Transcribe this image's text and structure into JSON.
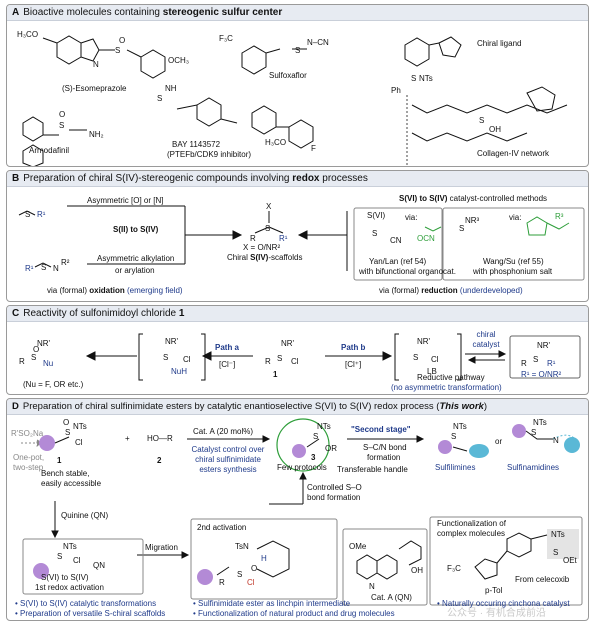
{
  "panelA": {
    "letter": "A",
    "title": "Bioactive molecules containing ",
    "title_bold": "stereogenic sulfur center",
    "esomeprazole": "(S)-Esomeprazole",
    "sulfoxaflor": "Sulfoxaflor",
    "chiral_ligand": "Chiral ligand",
    "armodafinil": "Armodafinil",
    "bay_name": "BAY 1143572",
    "bay_desc": "(PTEFb/CDK9 inhibitor)",
    "collagen": "Collagen-IV network"
  },
  "panelB": {
    "letter": "B",
    "title": "Preparation of chiral S(IV)-stereogenic compounds involving ",
    "title_bold": "redox",
    "title_end": " processes",
    "asym_o_n": "Asymmetric [O] or [N]",
    "s2_to_s4": "S(II) to S(IV)",
    "asym_alk": "Asymmetric alkylation",
    "or_aryl": "or arylation",
    "oxidation_pre": "via (formal) ",
    "oxidation": "oxidation",
    "emerging": " (emerging field)",
    "chiral_scaffolds_pre": "Chiral ",
    "chiral_scaffolds": "S(IV)",
    "chiral_scaffolds_end": "-scaffolds",
    "x_def": "X = O/NR²",
    "s6_to_s4": "S(VI) to S(IV)",
    "cat_methods": " catalyst-controlled methods",
    "s6": "S(VI)",
    "via": "via:",
    "yan": "Yan/Lan (ref 54)",
    "yan_desc": "with bifunctional organocat.",
    "wang": "Wang/Su (ref 55)",
    "wang_desc": "with phosphonium salt",
    "reduction_pre": "via (formal) ",
    "reduction": "reduction",
    "underdev": " (underdeveloped)"
  },
  "panelC": {
    "letter": "C",
    "title": "Reactivity of sulfonimidoyl chloride ",
    "title_bold": "1",
    "path_a": "Path a",
    "path_b": "Path b",
    "cl_minus": "[Cl⁻]",
    "cl_plus": "[Cl⁺]",
    "nu_note": "(Nu = F, OR etc.)",
    "compound1": "1",
    "chiral_catalyst": "chiral catalyst",
    "reductive": "Reductive pathway",
    "no_asym": "(no asymmetric transformation)",
    "r1_def": "R¹ = O/NR²"
  },
  "panelD": {
    "letter": "D",
    "title": "Preparation of chiral sulfinimidate esters by catalytic enantioselective S(VI) to S(IV) redox process (",
    "title_bold": "This work",
    "title_end": ")",
    "rso2na": "R'SO₂Na",
    "one_pot": "One-pot,",
    "two_step": "two-step",
    "cmp1": "1",
    "bench1": "Bench stable,",
    "bench2": "easily accessible",
    "cmp2": "2",
    "ho_r": "HO—R",
    "cat_a": "Cat. A (20 mol%)",
    "catalyst_ctrl1": "Catalyst control over",
    "catalyst_ctrl2": "chiral sulfinimidate",
    "catalyst_ctrl3": "esters synthesis",
    "cmp3": "3",
    "few": "Few protocols",
    "second_stage": "\"Second stage\"",
    "sc_bond1": "S–C/N bond",
    "sc_bond2": "formation",
    "handle": "Transferable handle",
    "sulfilimines": "Sulfilimines",
    "or": "or",
    "sulfinamidines": "Sulfinamidines",
    "quinine": "Quinine (QN)",
    "migration": "Migration",
    "second_act": "2nd activation",
    "ctrl_so1": "Controlled S–O",
    "ctrl_so2": "bond formation",
    "s6s4": "S(VI) to S(IV)",
    "first_redox": "1st redox activation",
    "qn": "QN",
    "cat_a_qn": "Cat. A (QN)",
    "func1": "Functionalization of",
    "func2": "complex molecules",
    "celecoxib": "From celecoxib",
    "b1": "S(VI) to S(IV) catalytic transformations",
    "b2": "Preparation of versatile S-chiral scaffolds",
    "b3": "Sulfinimidate ester as linchpin intermediate",
    "b4": "Functionalization of natural product and drug molecules",
    "b5": "Naturally occuring cinchona catalyst",
    "watermark": "公众号 · 有机合成前沿"
  },
  "colors": {
    "accent_blue": "#1f3a8a",
    "green": "#2e9e3a",
    "purple": "#b38ad6",
    "teal": "#5ab8d6",
    "header_bg": "#e7ebf2"
  }
}
